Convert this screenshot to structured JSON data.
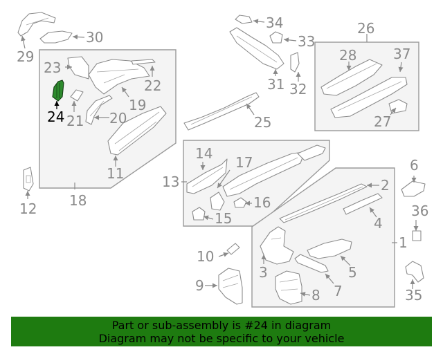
{
  "callouts": {
    "c1": "1",
    "c2": "2",
    "c3": "3",
    "c4": "4",
    "c5": "5",
    "c6": "6",
    "c7": "7",
    "c8": "8",
    "c9": "9",
    "c10": "10",
    "c11": "11",
    "c12": "12",
    "c13": "13",
    "c14": "14",
    "c15": "15",
    "c16": "16",
    "c17": "17",
    "c18": "18",
    "c19": "19",
    "c20": "20",
    "c21": "21",
    "c22": "22",
    "c23": "23",
    "c24": "24",
    "c25": "25",
    "c26": "26",
    "c27": "27",
    "c28": "28",
    "c29": "29",
    "c30": "30",
    "c31": "31",
    "c32": "32",
    "c33": "33",
    "c34": "34",
    "c35": "35",
    "c36": "36",
    "c37": "37"
  },
  "highlighted_part": "24",
  "colors": {
    "highlight": "#2e8b2e",
    "banner": "#1e7b10",
    "callout": "#8a8a8a"
  },
  "banner": {
    "line1": "Part or sub-assembly is #24 in diagram",
    "line2": "Diagram may not be specific to your vehicle"
  }
}
